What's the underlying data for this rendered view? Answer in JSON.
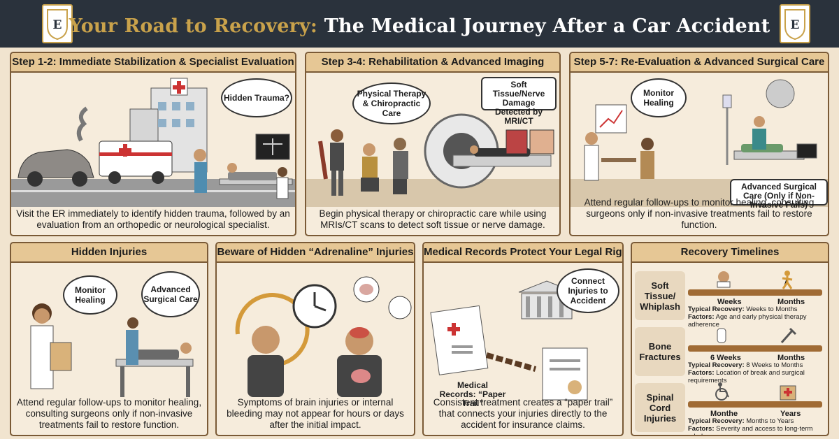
{
  "header": {
    "title_highlight": "Your Road to Recovery:",
    "title_rest": "The Medical Journey After a Car Accident"
  },
  "colors": {
    "header_bg": "#2a323c",
    "gold": "#c9a24b",
    "panel_bg": "#f6ecdc",
    "panel_header": "#e6c795",
    "border": "#7a5a36",
    "bar": "#a06b34"
  },
  "panels": {
    "step12": {
      "title": "Step 1-2: Immediate Stabilization & Specialist Evaluation",
      "bubble": "Hidden Trauma?",
      "caption": "Visit the ER immediately to identify hidden trauma, followed by an evaluation from an orthopedic or neurological specialist."
    },
    "step34": {
      "title": "Step 3-4: Rehabilitation & Advanced Imaging",
      "bubble": "Physical Therapy & Chiropractic Care",
      "box": "Soft Tissue/Nerve Damage Detected by MRI/CT",
      "caption": "Begin physical therapy or chiropractic care while using MRIs/CT scans to detect soft tissue or nerve damage."
    },
    "step57": {
      "title": "Step 5-7: Re-Evaluation & Advanced Surgical Care",
      "bubble": "Monitor Healing",
      "box": "Advanced Surgical Care (Only if Non-Invasive Fails)",
      "caption": "Attend regular follow-ups to monitor healing, consulting surgeons only if non-invasive treatments fail to restore function."
    },
    "hidden": {
      "title": "Hidden Injuries",
      "bubble1": "Monitor Healing",
      "bubble2": "Advanced Surgical Care",
      "caption": "Attend regular follow-ups to monitor healing, consulting surgeons only if non-invasive treatments fail to restore function."
    },
    "adrenaline": {
      "title": "Beware of Hidden “Adrenaline” Injuries",
      "caption": "Symptoms of brain injuries or internal bleeding may not appear for hours or days after the initial impact."
    },
    "records": {
      "title": "Medical Records Protect Your Legal Rights",
      "bubble": "Connect Injuries to Accident",
      "label": "Medical Records: “Paper Trail”",
      "caption": "Consistent treatment creates a “paper trail” that connects your injuries directly to the accident for insurance claims."
    },
    "timelines": {
      "title": "Recovery Timelines",
      "rows": [
        {
          "label": "Soft Tissue/ Whiplash",
          "start": "Weeks",
          "end": "Months",
          "recovery_label": "Typical Recovery:",
          "recovery": "Weeks to Months",
          "factors_label": "Factors:",
          "factors": "Age and early physical therapy adherence"
        },
        {
          "label": "Bone Fractures",
          "start": "6 Weeks",
          "end": "Months",
          "recovery_label": "Typical Recovery:",
          "recovery": "8 Weeks to Months",
          "factors_label": "Factors:",
          "factors": "Location of break and surgical requirements"
        },
        {
          "label": "Spinal Cord Injuries",
          "start": "Monthe",
          "end": "Years",
          "recovery_label": "Typical Recovery:",
          "recovery": "Months to Years",
          "factors_label": "Factors:",
          "factors": "Severity and access to long-term rehab"
        }
      ]
    }
  }
}
